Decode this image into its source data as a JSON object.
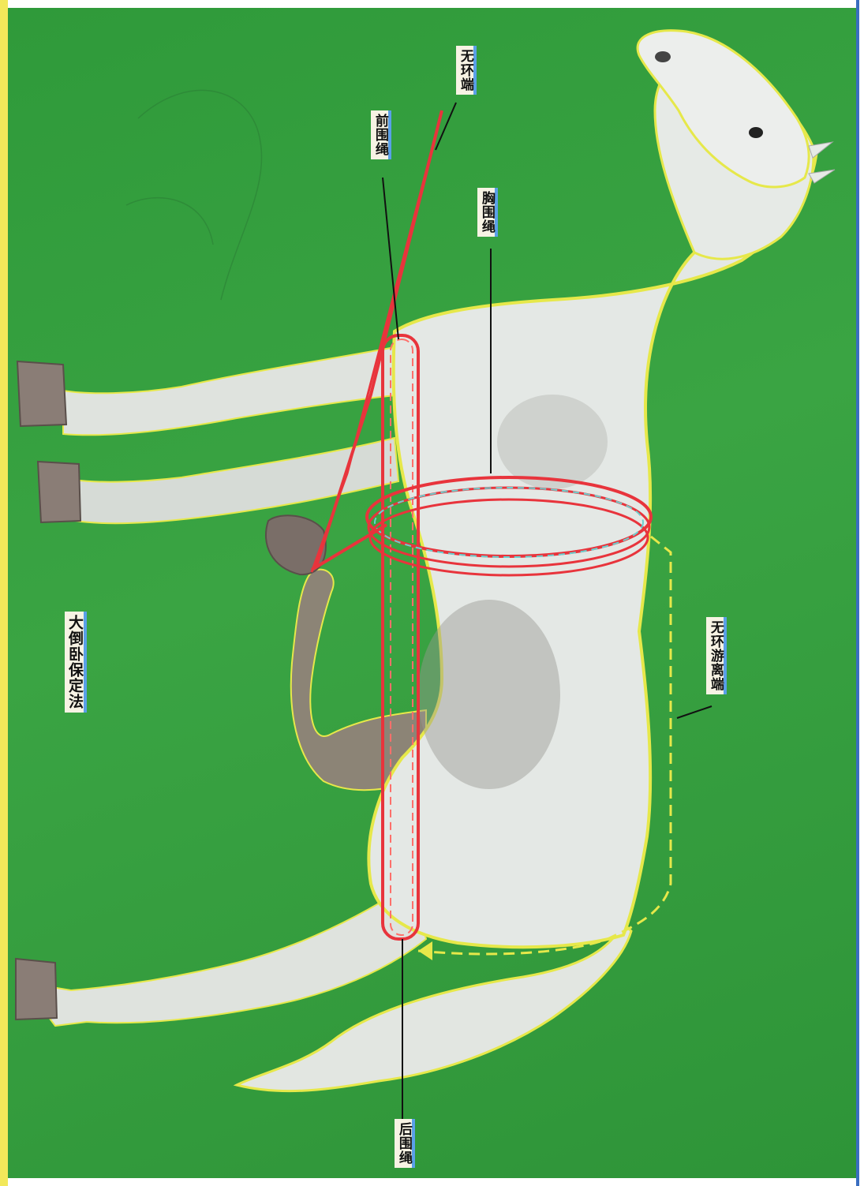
{
  "labels": {
    "free_end_top": "无环端",
    "front_girth": "前围绳",
    "chest_girth": "胸围绳",
    "free_travel_end": "无环游离端",
    "rear_girth": "后围绳",
    "title": "大倒卧保定法"
  },
  "colors": {
    "background": "#35a03f",
    "horse": "#e4e8e6",
    "rope": "#e8343c",
    "free_rope": "#e6e84a",
    "label_bg": "#f7f3e4",
    "label_accent": "#5aa0e8"
  }
}
